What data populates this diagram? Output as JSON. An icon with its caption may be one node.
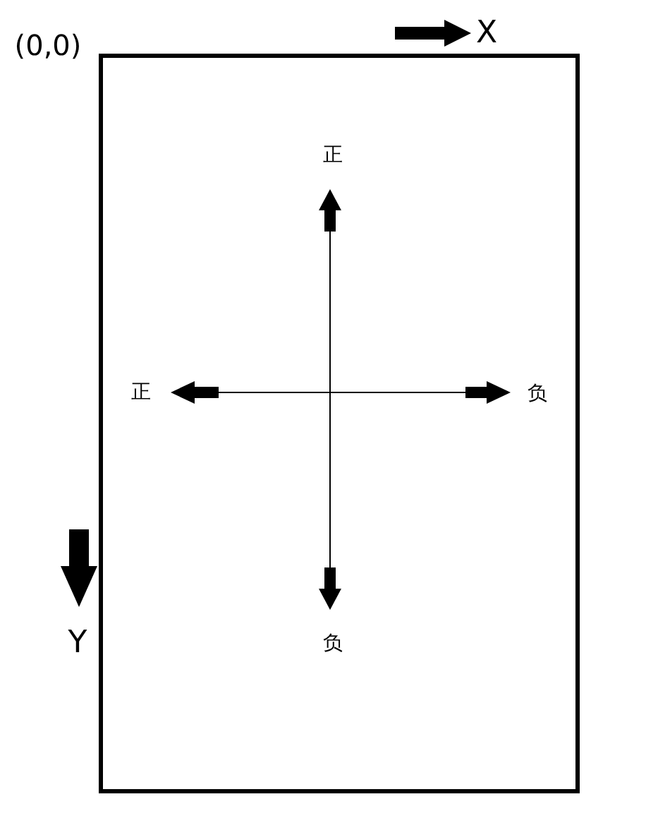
{
  "diagram": {
    "labels": [
      "(0,0)",
      "X",
      "正",
      "正",
      "负",
      "Y",
      "负"
    ]
  }
}
